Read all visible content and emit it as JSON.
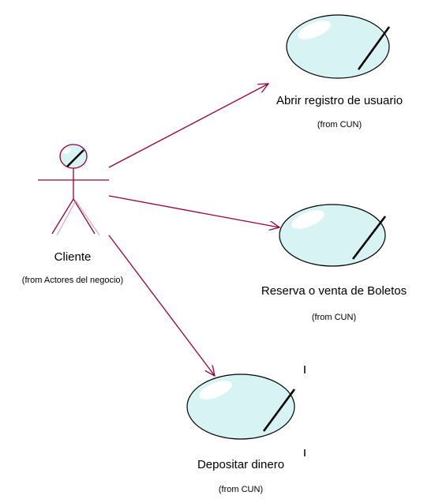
{
  "colors": {
    "line": "#990033",
    "ellipse_fill": "#d7f3f3",
    "ellipse_stroke": "#000000",
    "shine_fill": "#ffffff",
    "text": "#000000"
  },
  "actor": {
    "name": "Cliente",
    "from": "(from Actores del negocio)"
  },
  "use_cases": [
    {
      "name": "Abrir registro de usuario",
      "from": "(from CUN)"
    },
    {
      "name": "Reserva o venta de Boletos",
      "from": "(from CUN)"
    },
    {
      "name": "Depositar dinero",
      "from": "(from CUN)"
    }
  ]
}
